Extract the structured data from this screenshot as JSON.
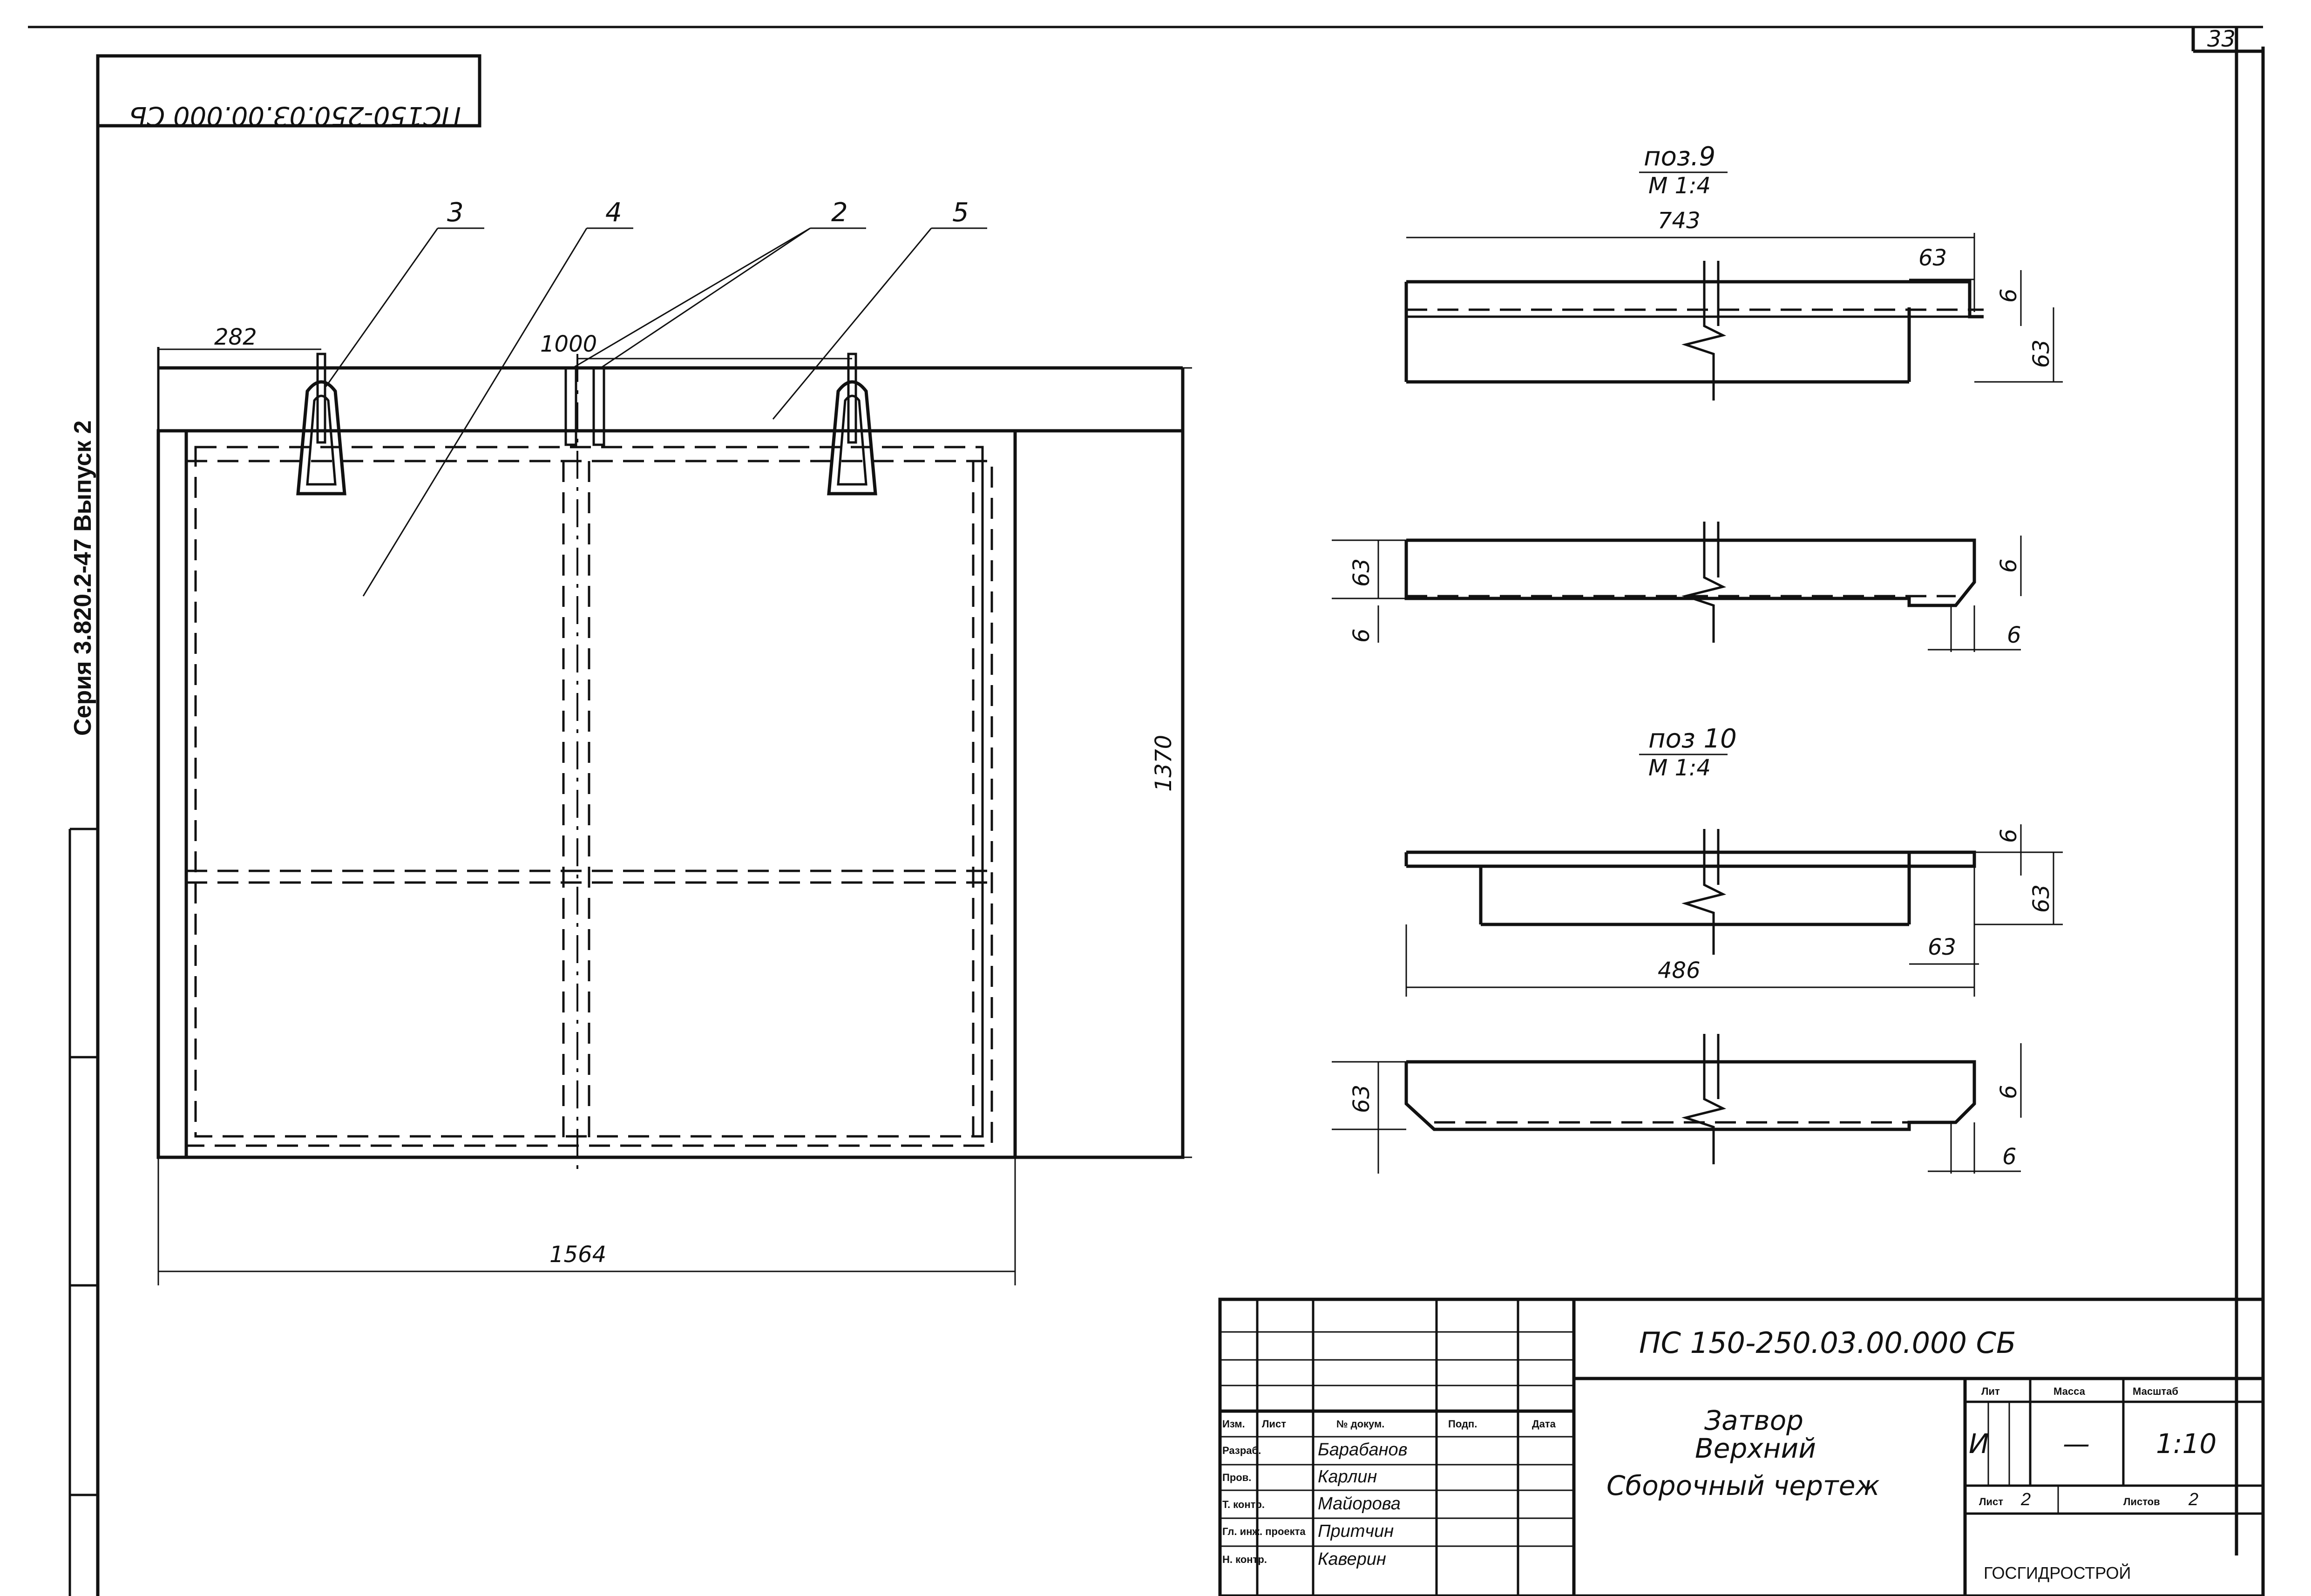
{
  "sheet": {
    "page_number": "33",
    "stamp_rotated": "ПС150-250.03.00.000 СБ",
    "series_label": "Серия 3.820.2-47 Выпуск 2"
  },
  "main_view": {
    "callouts": [
      "3",
      "4",
      "2",
      "5"
    ],
    "dimensions": {
      "left_offset": "282",
      "pitch": "1000",
      "height": "1370",
      "width": "1564"
    }
  },
  "detail_9": {
    "label": "поз.9",
    "scale": "М 1:4",
    "dims": {
      "length": "743",
      "end": "63",
      "thickness": "6",
      "height": "63"
    }
  },
  "detail_9_lower": {
    "dims": {
      "height": "63",
      "thickness": "6",
      "thickness_r": "6",
      "end_r": "6"
    }
  },
  "detail_10": {
    "label": "поз 10",
    "scale": "М 1:4",
    "dims": {
      "length": "486",
      "end": "63",
      "thickness": "6",
      "height": "63"
    }
  },
  "detail_10_lower": {
    "dims": {
      "height": "63",
      "thickness_r": "6",
      "end_r": "6"
    }
  },
  "title_block": {
    "doc_code": "ПС 150-250.03.00.000 СБ",
    "title_line1": "Затвор",
    "title_line2": "Верхний",
    "title_line3": "Сборочный  чертеж",
    "headers": {
      "izm": "Изм.",
      "list": "Лист",
      "doc": "№ докум.",
      "sign": "Подп.",
      "date": "Дата",
      "lit": "Лит",
      "mass": "Масса",
      "scale": "Масштаб"
    },
    "roles": [
      "Разраб.",
      "Пров.",
      "Т. контр.",
      "Гл. инж. проекта",
      "Н. контр."
    ],
    "names": [
      "Барабанов",
      "Карлин",
      "Майорова",
      "Притчин",
      "Каверин"
    ],
    "lit_value": "И",
    "mass_value": "—",
    "scale_value": "1:10",
    "sheet_label": "Лист",
    "sheet_value": "2",
    "sheets_label": "Листов",
    "sheets_value": "2",
    "org": "ГОСГИДРОСТРОЙ"
  }
}
